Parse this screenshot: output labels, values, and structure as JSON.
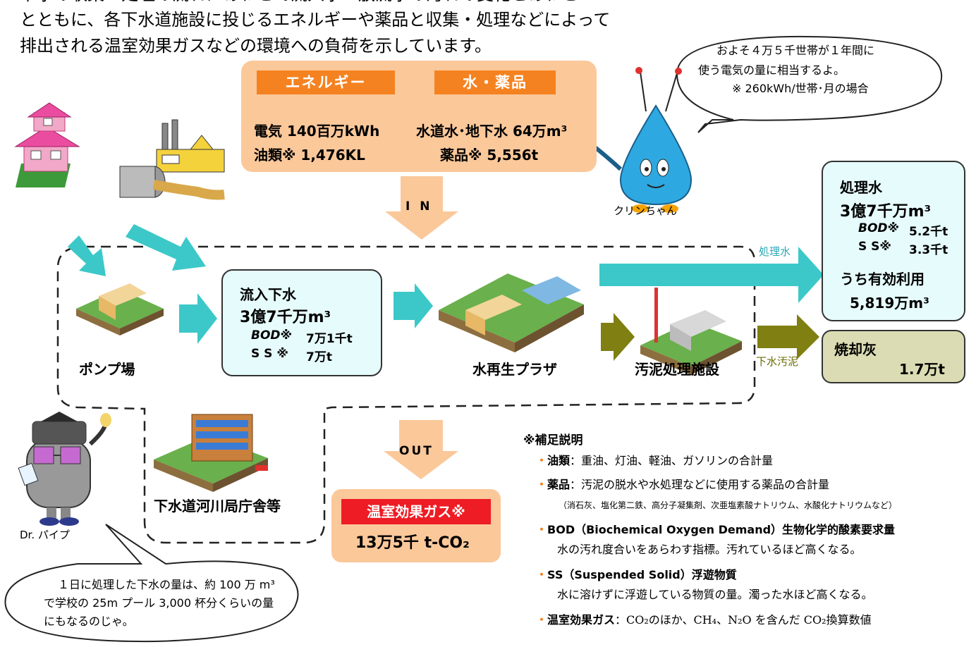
{
  "intro": {
    "line0": "下水の収集・処理の流れにあわせて流入水・放流水の汚れの変化とあわせ",
    "line1": "とともに、各下水道施設に投じるエネルギーや薬品と収集・処理などによって",
    "line2": "排出される温室効果ガスなどの環境への負荷を示しています。"
  },
  "input": {
    "energy_header": "エネルギー",
    "water_header": "水・薬品",
    "electricity": "電気 140百万kWh",
    "oil": "油類※ 1,476KL",
    "water": "水道水･地下水 64万m³",
    "chemicals": "薬品※ 5,556t",
    "in_label": "I N"
  },
  "speech_top": {
    "line1": "およそ４万５千世帯が１年間に",
    "line2": "使う電気の量に相当するよ。",
    "line3": "※ 260kWh/世帯･月の場合"
  },
  "characters": {
    "kurin": "クリンちゃん",
    "drpipe": "Dr. パイプ"
  },
  "inflow": {
    "title": "流入下水",
    "volume": "3億7千万m³",
    "bod_label": "BOD※",
    "bod_value": "7万1千t",
    "ss_label": "S S ※",
    "ss_value": "7万t"
  },
  "facilities": {
    "pump": "ポンプ場",
    "plaza": "水再生プラザ",
    "sludge": "汚泥処理施設",
    "office": "下水道河川局庁舎等"
  },
  "flow_labels": {
    "treated": "処理水",
    "sludge": "下水汚泥"
  },
  "treated_water": {
    "title": "処理水",
    "volume": "3億7千万m³",
    "bod_label": "BOD※",
    "bod_value": "5.2千t",
    "ss_label": "S S※",
    "ss_value": "3.3千t",
    "reuse_title": "うち有効利用",
    "reuse_value": "5,819万m³"
  },
  "ash": {
    "title": "焼却灰",
    "value": "1.7万t"
  },
  "output": {
    "out_label": "OUT",
    "ghg_header": "温室効果ガス※",
    "ghg_value": "13万5千 t-CO₂"
  },
  "speech_bottom": {
    "line1": "１日に処理した下水の量は、約 100 万 m³",
    "line2": "で学校の 25m プール 3,000 杯分くらいの量",
    "line3": "にもなるのじゃ。"
  },
  "notes": {
    "title": "※補足説明",
    "oil_term": "油類",
    "oil_desc": "：重油、灯油、軽油、ガソリンの合計量",
    "chem_term": "薬品",
    "chem_desc": "：汚泥の脱水や水処理などに使用する薬品の合計量",
    "chem_detail": "（消石灰、塩化第二鉄、高分子凝集剤、次亜塩素酸ナトリウム、水酸化ナトリウムなど）",
    "bod_term": "BOD（Biochemical Oxygen Demand）生物化学的酸素要求量",
    "bod_desc": "水の汚れ度合いをあらわす指標。汚れているほど高くなる。",
    "ss_term": "SS（Suspended Solid）浮遊物質",
    "ss_desc": "水に溶けずに浮遊している物質の量。濁った水ほど高くなる。",
    "ghg_term": "温室効果ガス",
    "ghg_desc": "：CO₂のほか、CH₄、N₂O を含んだ CO₂換算数値"
  },
  "colors": {
    "cyan_arrow": "#3cc8c8",
    "olive_arrow": "#7f7f12",
    "orange_box": "#fbc89a",
    "orange_header": "#f58220",
    "red_header": "#ee1c24"
  }
}
